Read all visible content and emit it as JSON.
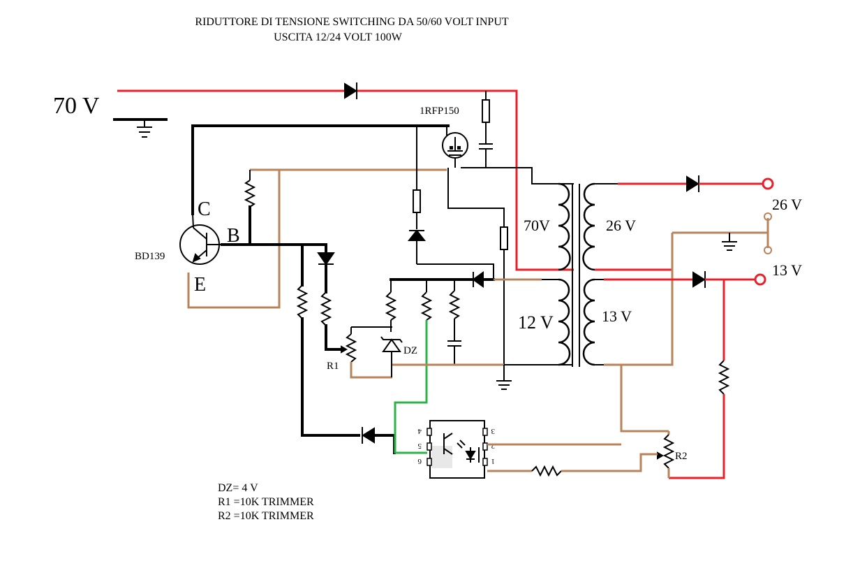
{
  "title": {
    "line1": "RIDUTTORE DI TENSIONE SWITCHING DA 50/60 VOLT INPUT",
    "line2": "USCITA 12/24 VOLT 100W"
  },
  "labels": {
    "input_voltage": "70 V",
    "mosfet": "1RFP150",
    "transistor": "BD139",
    "collector": "C",
    "base": "B",
    "emitter": "E",
    "r1": "R1",
    "r2": "R2",
    "zener": "DZ",
    "primary_70": "70V",
    "secondary_26": "26 V",
    "primary_12": "12 V",
    "secondary_13": "13 V",
    "output_26": "26 V",
    "output_13": "13 V",
    "opto_pins": [
      "4",
      "5",
      "6",
      "3",
      "2",
      "1"
    ]
  },
  "notes": [
    "DZ= 4 V",
    "R1 =10K TRIMMER",
    "R2 =10K TRIMMER"
  ],
  "colors": {
    "dc_wire": "#e8202a",
    "signal_wire": "#b8835a",
    "feedback_wire": "#2db34a",
    "power_wire": "#000000"
  }
}
